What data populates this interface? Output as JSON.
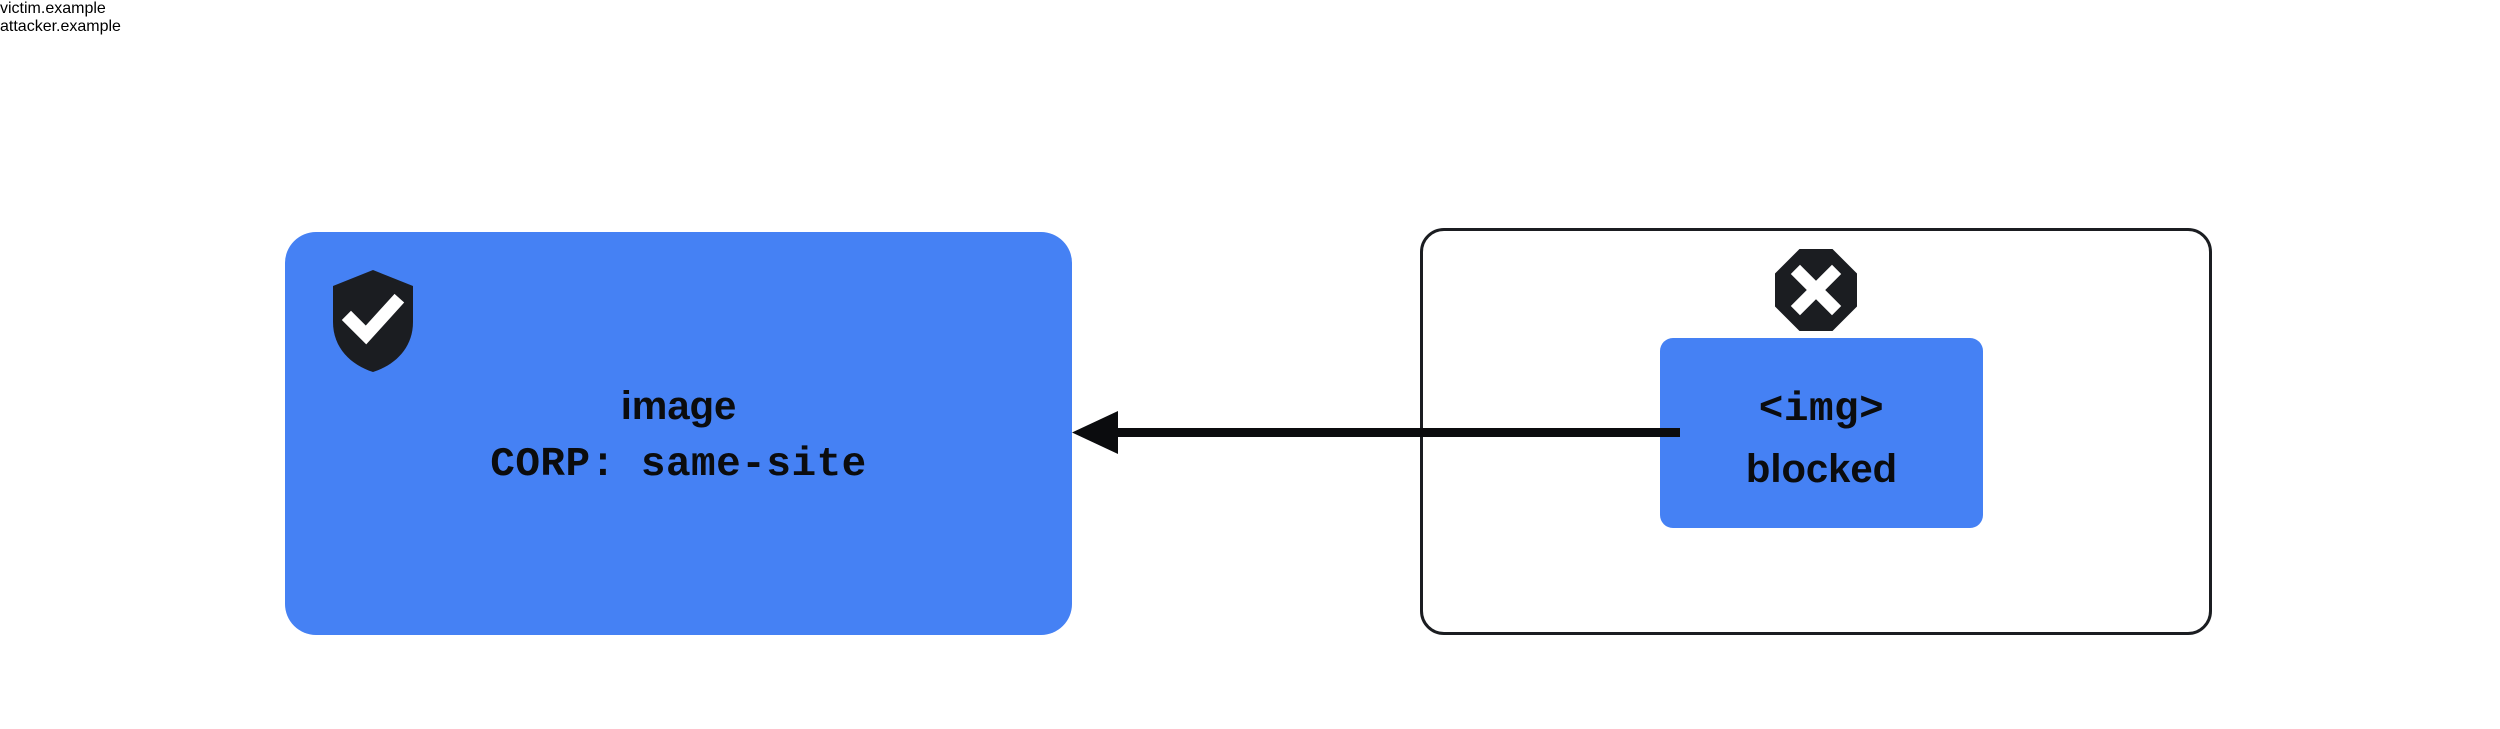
{
  "diagram": {
    "title_implicit": "",
    "background_color": "#ffffff",
    "accent_blue": "#4581f4",
    "ink": "#14161a"
  },
  "victim_origin": {
    "title": "victim.example",
    "badge_icon": "shield-check-icon",
    "resource": {
      "name": "image",
      "header": "CORP: same-site"
    }
  },
  "attacker_origin": {
    "title": "attacker.example",
    "badge_icon": "octagon-x-icon",
    "element": {
      "tag": "<img>",
      "status": "blocked"
    }
  },
  "arrow": {
    "direction": "right-to-left",
    "label": "",
    "icon": "arrow-left-icon",
    "color": "#0b0c0e"
  }
}
